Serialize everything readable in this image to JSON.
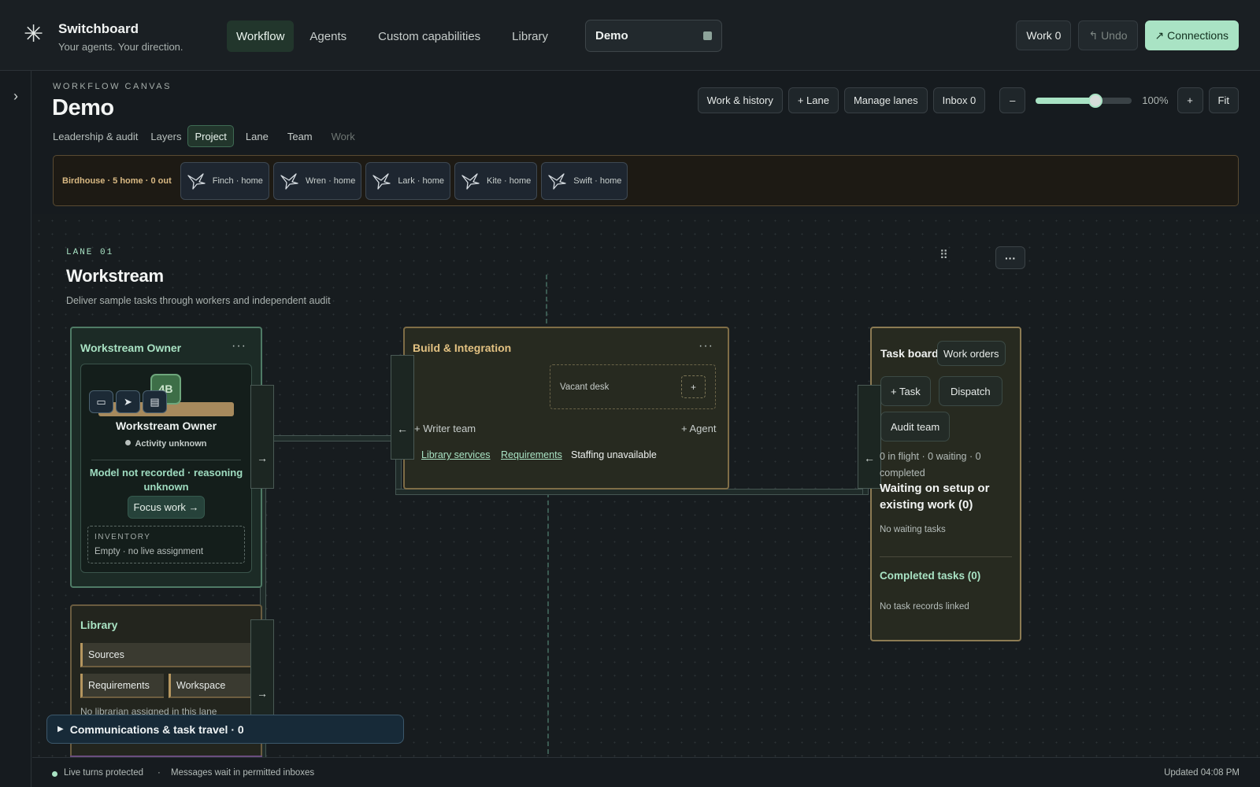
{
  "brand": {
    "title": "Switchboard",
    "tagline": "Your agents. Your direction."
  },
  "nav": {
    "tabs": [
      "Workflow",
      "Agents",
      "Custom capabilities",
      "Library"
    ],
    "active": "Workflow"
  },
  "project": {
    "name": "Demo"
  },
  "top_actions": {
    "work": "Work 0",
    "undo": "↰ Undo",
    "connections": "↗ Connections"
  },
  "header": {
    "eyebrow": "WORKFLOW CANVAS",
    "title": "Demo",
    "view_label": "Leadership & audit",
    "layers_label": "Layers",
    "layers": [
      "Project",
      "Lane",
      "Team",
      "Work"
    ],
    "active_layer": "Project"
  },
  "canvas_tools": {
    "work_history": "Work & history",
    "add_lane": "+ Lane",
    "manage_lanes": "Manage lanes",
    "inbox": "Inbox 0",
    "zoom_out": "–",
    "zoom_in": "+",
    "zoom_value": "100%",
    "zoom_level": 0.62,
    "fit": "Fit"
  },
  "birdhouse": {
    "label": "Birdhouse · 5 home · 0 out",
    "birds": [
      "Finch · home",
      "Wren · home",
      "Lark · home",
      "Kite · home",
      "Swift · home"
    ]
  },
  "lane": {
    "number": "LANE 01",
    "title": "Workstream",
    "description": "Deliver sample tasks through workers and independent audit",
    "drag_icon": "⠿",
    "menu": "···"
  },
  "owner_card": {
    "title": "Workstream Owner",
    "more": "···",
    "avatar": "4B",
    "agent_name": "Workstream Owner",
    "activity": "Activity unknown",
    "model": "Model not recorded · reasoning unknown",
    "focus": "Focus work →",
    "inventory_label": "INVENTORY",
    "inventory_value": "Empty · no live assignment"
  },
  "build_card": {
    "title": "Build & Integration",
    "more": "···",
    "vacant": "Vacant desk",
    "vacant_add": "+",
    "writer_team": "+ Writer team",
    "agent": "+ Agent",
    "link_library": "Library services",
    "link_requirements": "Requirements",
    "staffing": "Staffing unavailable"
  },
  "task_board": {
    "title": "Task board",
    "work_orders": "Work orders",
    "add_task": "+ Task",
    "dispatch": "Dispatch",
    "audit_team": "Audit team",
    "status": "0 in flight · 0 waiting · 0 completed",
    "waiting_title": "Waiting on setup or existing work (0)",
    "no_waiting": "No waiting tasks",
    "completed_title": "Completed tasks (0)",
    "no_records": "No task records linked"
  },
  "library_card": {
    "title": "Library",
    "sources": "Sources",
    "requirements": "Requirements",
    "workspace": "Workspace",
    "note": "No librarian assigned in this lane"
  },
  "comms": {
    "label": "Communications & task travel · 0"
  },
  "footer": {
    "protected": "Live turns protected",
    "separator": "·",
    "inboxes": "Messages wait in permitted inboxes",
    "updated": "Updated 04:08 PM"
  },
  "colors": {
    "accent": "#a9e3c4",
    "owner_border": "#4f7b66",
    "build_border": "#7f6d46",
    "birdhouse_text": "#d9b983"
  }
}
